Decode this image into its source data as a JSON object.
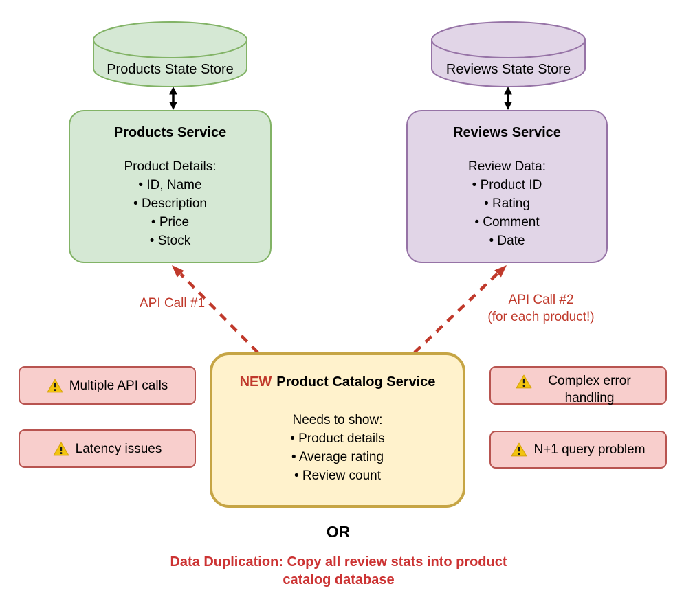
{
  "products": {
    "store_label": "Products State Store",
    "service_title": "Products Service",
    "lines": [
      "Product Details:",
      "• ID, Name",
      "• Description",
      "• Price",
      "• Stock"
    ]
  },
  "reviews": {
    "store_label": "Reviews State Store",
    "service_title": "Reviews Service",
    "lines": [
      "Review Data:",
      "• Product ID",
      "• Rating",
      "• Comment",
      "• Date"
    ]
  },
  "catalog": {
    "badge": "NEW",
    "title": "Product Catalog Service",
    "lines": [
      "Needs to show:",
      "• Product details",
      "• Average rating",
      "• Review count"
    ]
  },
  "labels": {
    "api_call_1": "API Call #1",
    "api_call_2": "API Call #2",
    "api_call_2_note": "(for each product!)",
    "or": "OR",
    "alternative_line1": "Data Duplication: Copy all review stats into product",
    "alternative_line2": "catalog database"
  },
  "warnings": [
    {
      "label": "Multiple API calls"
    },
    {
      "label": "Latency issues"
    },
    {
      "label": "Complex error handling"
    },
    {
      "label": "N+1 query problem"
    }
  ],
  "icons": {
    "warning": "warning-triangle",
    "store_link": "double-headed-vertical-arrow",
    "api_call": "red-dashed-arrow"
  },
  "colors": {
    "green_fill": "#d5e8d4",
    "green_stroke": "#82b366",
    "purple_fill": "#e1d5e7",
    "purple_stroke": "#9673a6",
    "yellow_fill": "#fff2cc",
    "yellow_stroke": "#c6a545",
    "pink_fill": "#f8cecc",
    "pink_stroke": "#b85450",
    "red_accent": "#c0392b",
    "red_text": "#cc3333",
    "warning_yellow": "#f2c40f",
    "arrow_black": "#000000"
  }
}
